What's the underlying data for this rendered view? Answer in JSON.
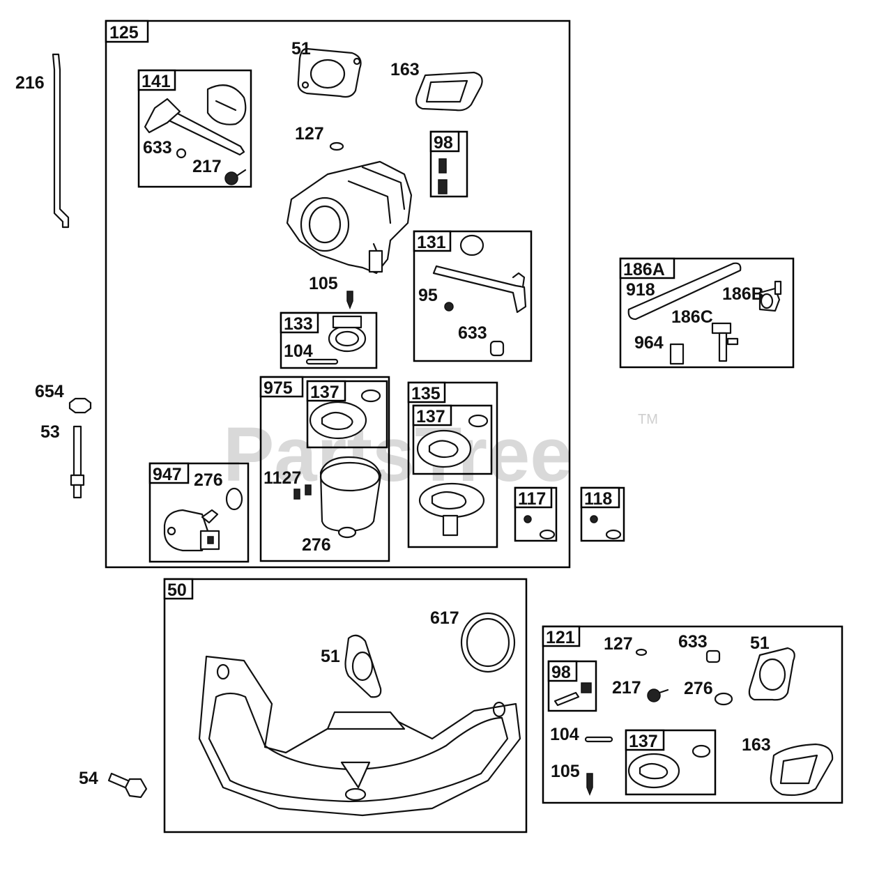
{
  "watermark": {
    "brand": "PartsTree",
    "trademark": "TM"
  },
  "kits": {
    "k125": "125",
    "k141": "141",
    "k98a": "98",
    "k131": "131",
    "k133": "133",
    "k975": "975",
    "k137a": "137",
    "k135": "135",
    "k137b": "137",
    "k947": "947",
    "k117": "117",
    "k118": "118",
    "k186A": "186A",
    "k50": "50",
    "k121": "121",
    "k98b": "98",
    "k137c": "137"
  },
  "callouts": {
    "c216": "216",
    "c51a": "51",
    "c163a": "163",
    "c633a": "633",
    "c217a": "217",
    "c127a": "127",
    "c105a": "105",
    "c95": "95",
    "c633b": "633",
    "c104a": "104",
    "c918": "918",
    "c186B": "186B",
    "c186C": "186C",
    "c964": "964",
    "c654": "654",
    "c53": "53",
    "c1127": "1127",
    "c276a": "276",
    "c276b": "276",
    "c617": "617",
    "c51b": "51",
    "c54": "54",
    "c127b": "127",
    "c633c": "633",
    "c51c": "51",
    "c217b": "217",
    "c276c": "276",
    "c104b": "104",
    "c163b": "163",
    "c105b": "105"
  }
}
